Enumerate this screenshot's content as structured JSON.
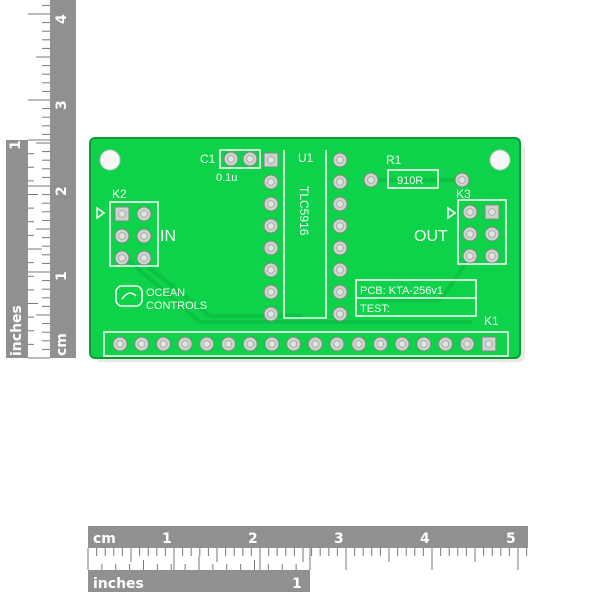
{
  "background": "#ffffff",
  "colors": {
    "pcb": "#0ed24a",
    "pcb_edge": "#0a9c36",
    "ruler_gray": "#909090",
    "silkscreen": "#f4fff4"
  },
  "pcb": {
    "silkscreen": {
      "capacitor_ref": "C1",
      "capacitor_value": "0.1u",
      "chip_ref": "U1",
      "chip_part": "TLC5916",
      "resistor_ref": "R1",
      "resistor_value": "910R",
      "connector_in_ref": "K2",
      "connector_out_ref": "K3",
      "connector_header_ref": "K1",
      "label_in": "IN",
      "label_out": "OUT",
      "logo_line1": "OCEAN",
      "logo_line2": "CONTROLS",
      "pcb_label": "PCB: KTA-256v1",
      "test_label": "TEST:"
    }
  },
  "ruler_vertical": {
    "unit_inches": "inches",
    "unit_cm": "cm",
    "inch_numbers": [
      "1"
    ],
    "cm_numbers": [
      "1",
      "2",
      "3",
      "4"
    ]
  },
  "ruler_horizontal": {
    "unit_cm": "cm",
    "unit_inches": "inches",
    "cm_numbers": [
      "1",
      "2",
      "3",
      "4",
      "5"
    ],
    "inch_numbers": [
      "1"
    ]
  }
}
